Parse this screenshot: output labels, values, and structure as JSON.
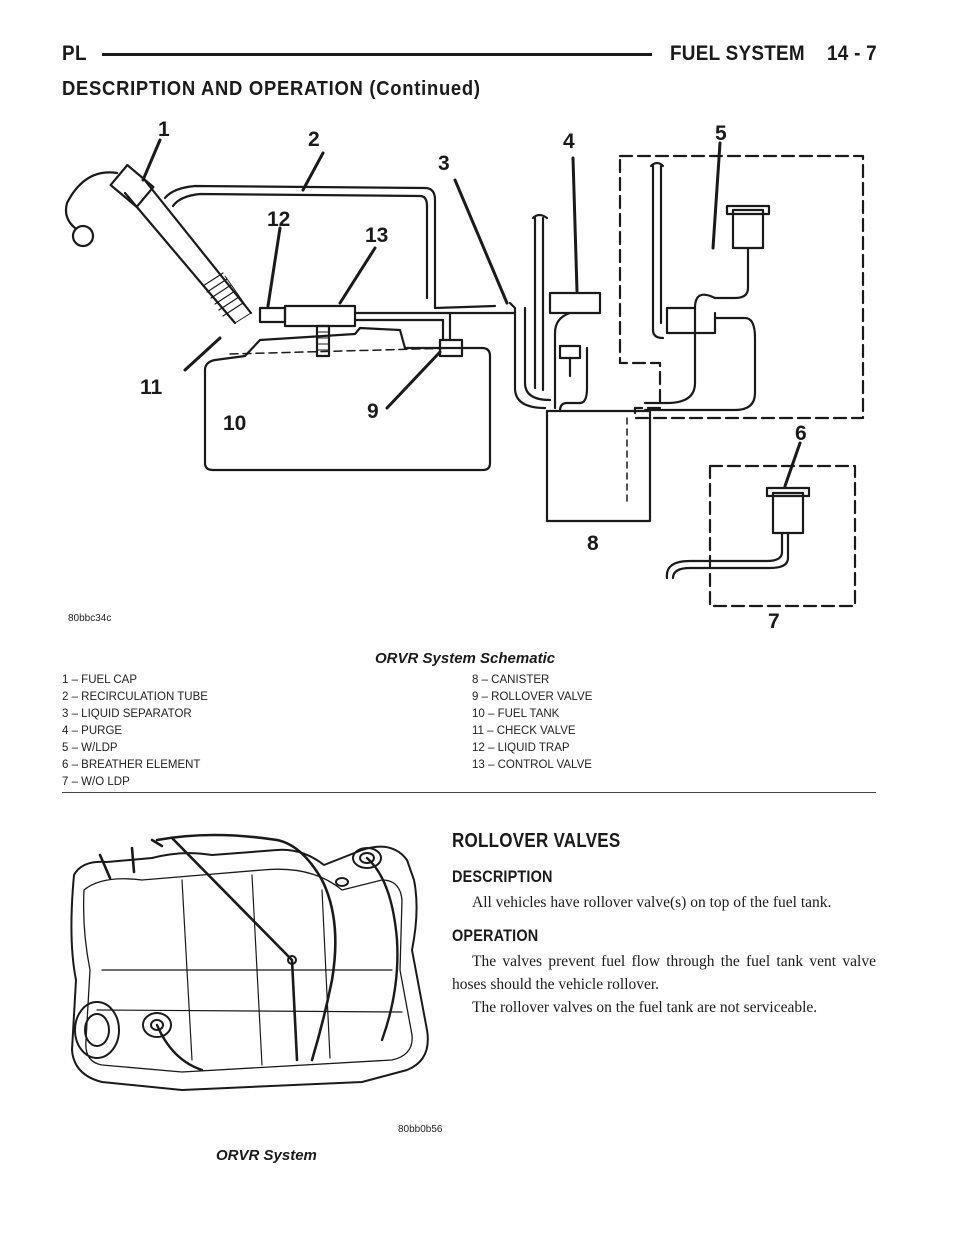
{
  "header": {
    "left": "PL",
    "right": "FUEL SYSTEM    14 - 7"
  },
  "section_title": "DESCRIPTION AND OPERATION (Continued)",
  "figure1": {
    "code": "80bbc34c",
    "caption": "ORVR System Schematic",
    "callouts": [
      "1",
      "2",
      "3",
      "4",
      "5",
      "6",
      "7",
      "8",
      "9",
      "10",
      "11",
      "12",
      "13"
    ],
    "legend_left": [
      "1 – FUEL CAP",
      "2 – RECIRCULATION TUBE",
      "3 – LIQUID SEPARATOR",
      "4 – PURGE",
      "5 – W/LDP",
      "6 – BREATHER ELEMENT",
      "7 – W/O LDP"
    ],
    "legend_right": [
      "8 – CANISTER",
      "9 – ROLLOVER VALVE",
      "10 – FUEL TANK",
      "11 – CHECK VALVE",
      "12 – LIQUID TRAP",
      "13 – CONTROL VALVE"
    ]
  },
  "figure2": {
    "code": "80bb0b56",
    "caption": "ORVR System"
  },
  "article": {
    "title": "ROLLOVER VALVES",
    "description_heading": "DESCRIPTION",
    "description_text": "All vehicles have rollover valve(s) on top of the fuel tank.",
    "operation_heading": "OPERATION",
    "operation_text_1": "The valves prevent fuel flow through the fuel tank vent valve hoses should the vehicle rollover.",
    "operation_text_2": "The rollover valves on the fuel tank are not serviceable."
  },
  "colors": {
    "ink": "#1a1a1a",
    "paper": "#ffffff"
  }
}
